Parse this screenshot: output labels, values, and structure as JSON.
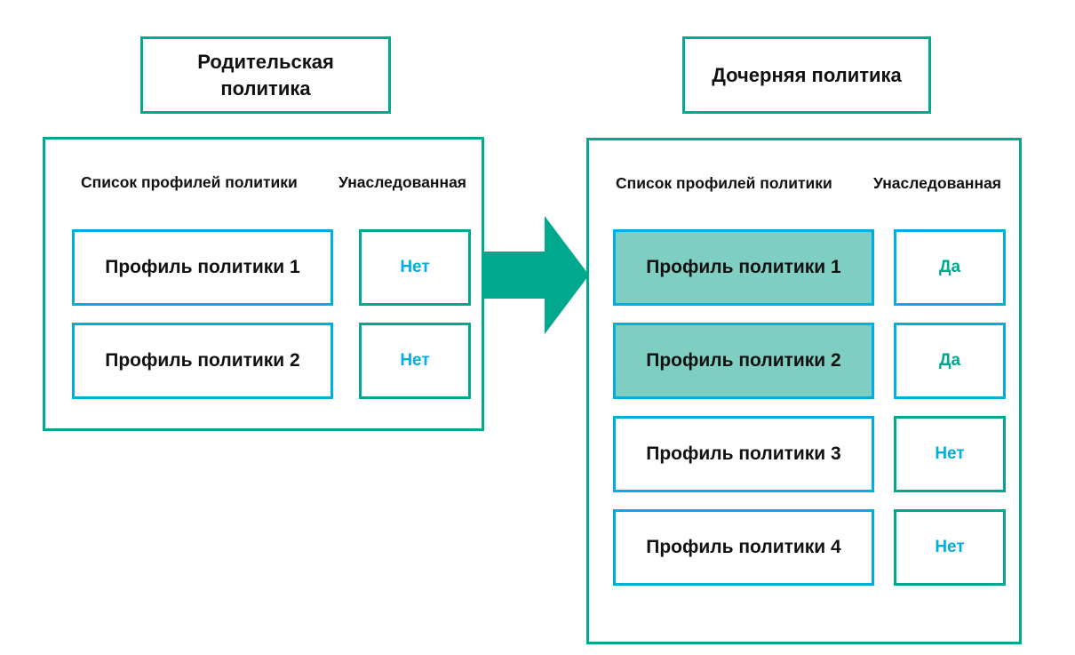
{
  "colors": {
    "teal": "#00a88e",
    "cyan": "#00aee0",
    "highlight_fill": "#7ecfc2",
    "text": "#111111",
    "background": "#ffffff"
  },
  "diagram": {
    "title_parent": "Родительская\nполитика",
    "arrow_icon": "arrow-right-icon"
  },
  "parent_panel": {
    "caption": "Родительская политика",
    "caption_line1": "Родительская",
    "caption_line2": "политика",
    "columns": {
      "profiles": "Список профилей политики",
      "inherited": "Унаследованная"
    },
    "rows": [
      {
        "profile": "Профиль политики 1",
        "inherited": "Нет",
        "inherited_value": "no",
        "highlighted": false
      },
      {
        "profile": "Профиль политики 2",
        "inherited": "Нет",
        "inherited_value": "no",
        "highlighted": false
      }
    ]
  },
  "child_panel": {
    "caption": "Дочерняя политика",
    "columns": {
      "profiles": "Список профилей политики",
      "inherited": "Унаследованная"
    },
    "rows": [
      {
        "profile": "Профиль политики 1",
        "inherited": "Да",
        "inherited_value": "yes",
        "highlighted": true
      },
      {
        "profile": "Профиль политики 2",
        "inherited": "Да",
        "inherited_value": "yes",
        "highlighted": true
      },
      {
        "profile": "Профиль политики 3",
        "inherited": "Нет",
        "inherited_value": "no",
        "highlighted": false
      },
      {
        "profile": "Профиль политики 4",
        "inherited": "Нет",
        "inherited_value": "no",
        "highlighted": false
      }
    ]
  }
}
